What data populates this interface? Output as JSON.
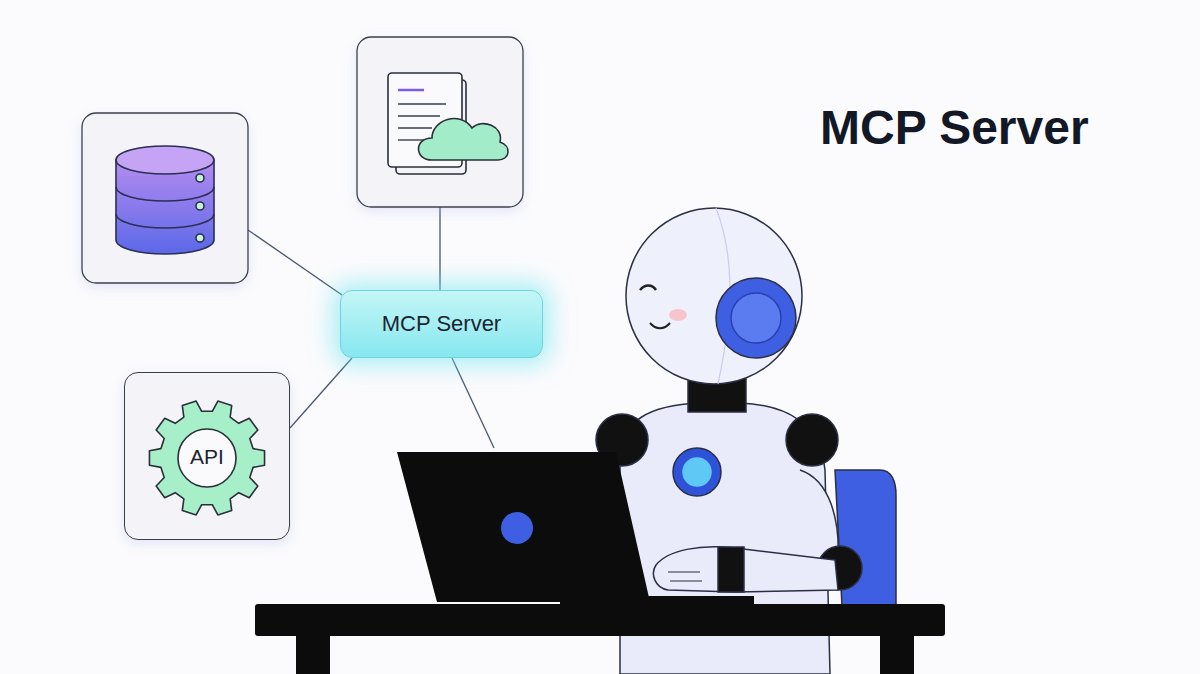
{
  "diagram": {
    "title": "MCP Server",
    "nodes": [
      {
        "text": [
          "MCP Server"
        ]
      },
      {
        "text": [
          "API"
        ]
      }
    ],
    "edges": [
      {
        "from": 0,
        "to": 1,
        "arrow": "none"
      }
    ]
  }
}
